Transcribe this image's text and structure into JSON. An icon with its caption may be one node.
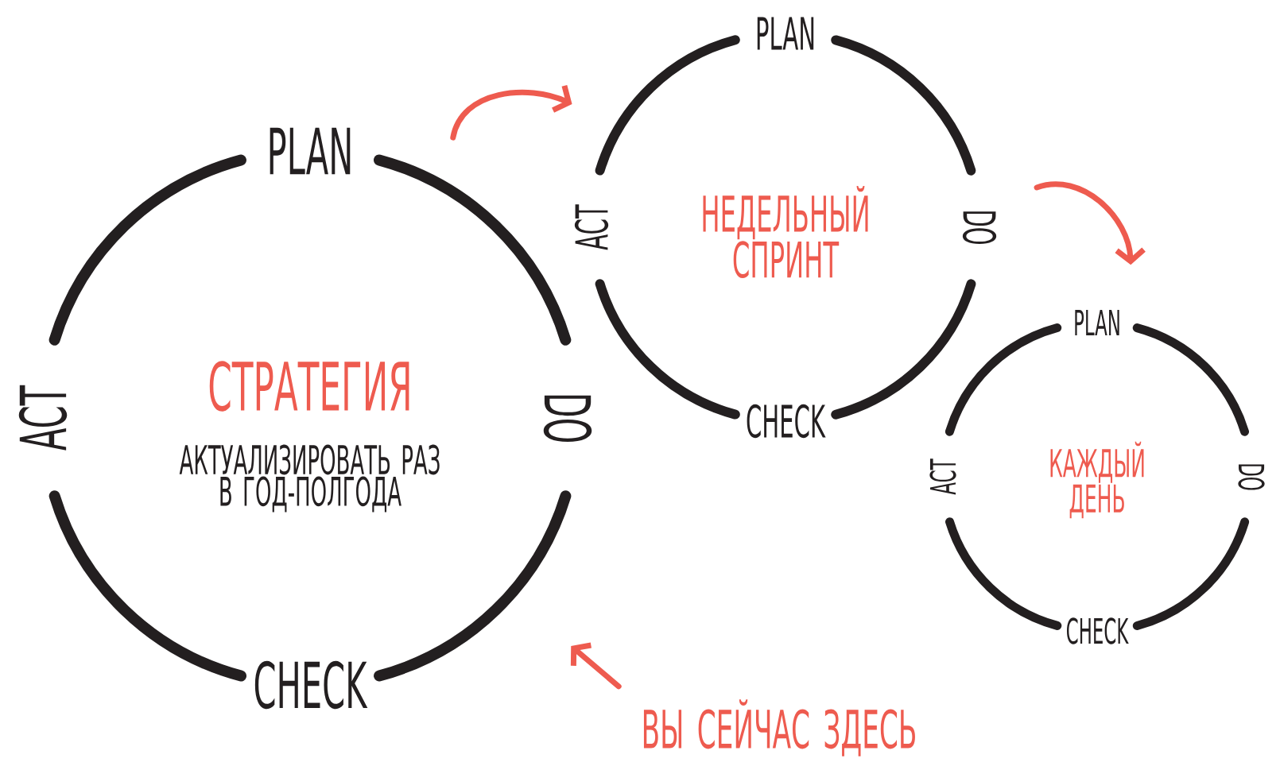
{
  "diagram": {
    "nodes": [
      {
        "text": [
          "PLAN",
          "ACT",
          "СТРАТЕГИЯ",
          "АКТУАЛИЗИРОВАТЬ РАЗ В ГОД-ПОЛГОДА",
          "DO",
          "CHECK"
        ]
      },
      {
        "text": [
          "PLAN",
          "ACT",
          "НЕДЕЛЬНЫЙ СПРИНТ",
          "DO",
          "CHECK"
        ]
      },
      {
        "text": [
          "PLAN",
          "ACT",
          "КАЖДЫЙ ДЕНЬ",
          "DO",
          "CHECK"
        ]
      },
      {
        "text": [
          "ВЫ СЕЙЧАС ЗДЕСЬ"
        ]
      }
    ],
    "edges": [
      {
        "from": 0,
        "to": 1,
        "arrow": "to"
      },
      {
        "from": 1,
        "to": 2,
        "arrow": "to"
      },
      {
        "from": 3,
        "to": 0,
        "arrow": "to"
      }
    ]
  }
}
